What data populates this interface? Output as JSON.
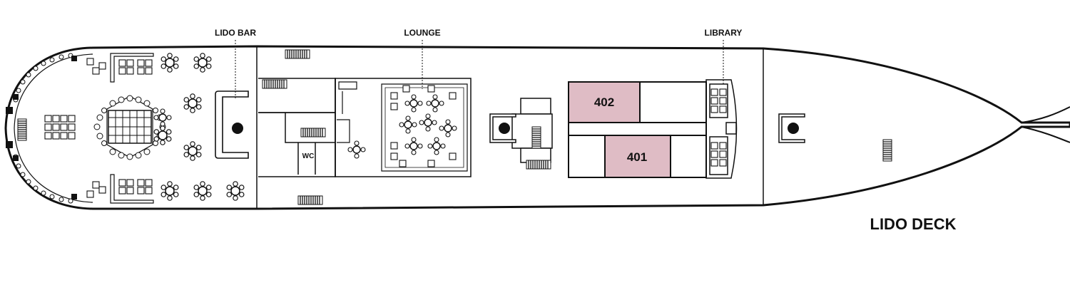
{
  "deck": {
    "title": "LIDO DECK",
    "areas": {
      "lido_bar": "LIDO BAR",
      "lounge": "LOUNGE",
      "library": "LIBRARY"
    },
    "wc": "WC",
    "cabins": [
      {
        "number": "402",
        "highlighted": true
      },
      {
        "number": "401",
        "highlighted": true
      }
    ]
  },
  "colors": {
    "cabin_highlight": "#dfbcc5",
    "line": "#111111"
  }
}
